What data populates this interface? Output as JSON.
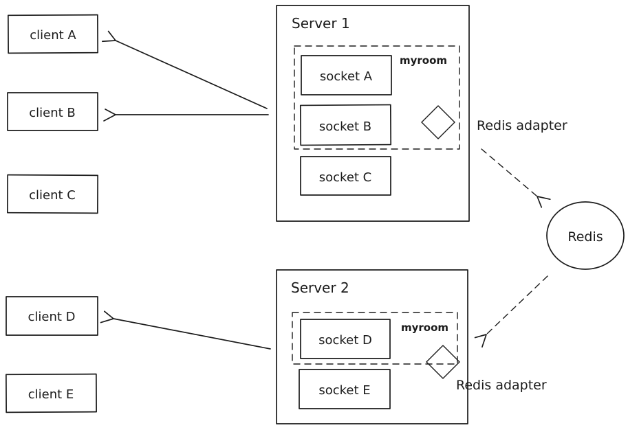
{
  "diagram": {
    "clients": [
      {
        "label": "client A"
      },
      {
        "label": "client B"
      },
      {
        "label": "client C"
      },
      {
        "label": "client D"
      },
      {
        "label": "client E"
      }
    ],
    "servers": [
      {
        "title": "Server 1",
        "room": {
          "label": "myroom"
        },
        "sockets": [
          {
            "label": "socket A"
          },
          {
            "label": "socket B"
          },
          {
            "label": "socket C"
          }
        ]
      },
      {
        "title": "Server 2",
        "room": {
          "label": "myroom"
        },
        "sockets": [
          {
            "label": "socket D"
          },
          {
            "label": "socket E"
          }
        ]
      }
    ],
    "redis": {
      "label": "Redis"
    },
    "adapters": [
      {
        "label": "Redis adapter"
      },
      {
        "label": "Redis adapter"
      }
    ],
    "colors": {
      "stroke": "#1b1b1b",
      "background": "#ffffff"
    }
  }
}
